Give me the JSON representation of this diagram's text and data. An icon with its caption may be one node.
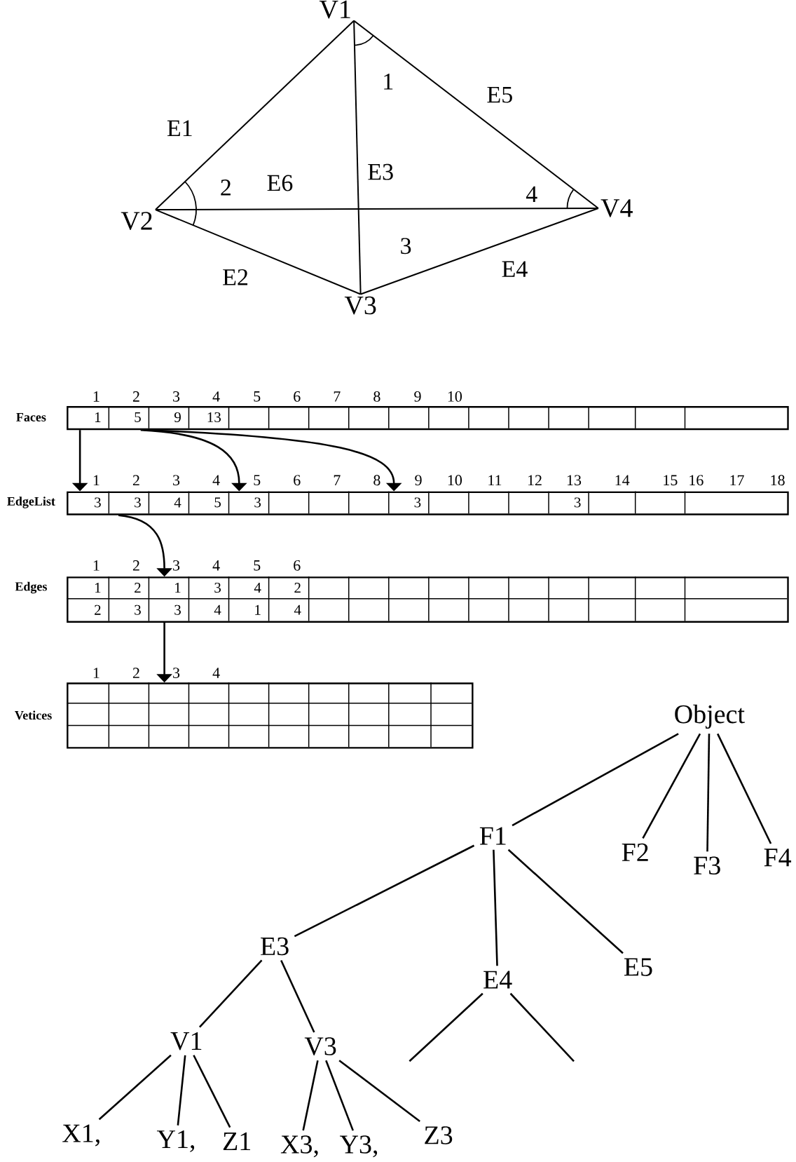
{
  "diagram": {
    "nodes": [
      {
        "text": [
          "V1"
        ]
      },
      {
        "text": [
          "V2"
        ]
      },
      {
        "text": [
          "V4"
        ]
      },
      {
        "text": [
          "V3"
        ]
      },
      {
        "text": [
          "Faces"
        ]
      },
      {
        "text": [
          "EdgeList"
        ]
      },
      {
        "text": [
          "Edges"
        ]
      },
      {
        "text": [
          "Vetices"
        ]
      },
      {
        "text": [
          "Object"
        ]
      },
      {
        "text": [
          "F1"
        ]
      },
      {
        "text": [
          "F2"
        ]
      },
      {
        "text": [
          "F3"
        ]
      },
      {
        "text": [
          "F4"
        ]
      },
      {
        "text": [
          "E3"
        ]
      },
      {
        "text": [
          "E5"
        ]
      },
      {
        "text": [
          "E4"
        ]
      },
      {
        "text": [
          "V1"
        ]
      },
      {
        "text": [
          "V3"
        ]
      },
      {
        "text": [
          "X1,"
        ]
      },
      {
        "text": [
          "Y1,"
        ]
      },
      {
        "text": [
          "Z1"
        ]
      },
      {
        "text": [
          "X3,"
        ]
      },
      {
        "text": [
          "Y3,"
        ]
      },
      {
        "text": [
          "Z3"
        ]
      }
    ],
    "edges": [
      {
        "from": 0,
        "to": 1,
        "arrow": "none",
        "label": "E1"
      },
      {
        "from": 1,
        "to": 3,
        "arrow": "none",
        "label": "E2"
      },
      {
        "from": 0,
        "to": 3,
        "arrow": "none",
        "label": "E3"
      },
      {
        "from": 3,
        "to": 2,
        "arrow": "none",
        "label": "E4"
      },
      {
        "from": 0,
        "to": 2,
        "arrow": "none",
        "label": "E5"
      },
      {
        "from": 1,
        "to": 2,
        "arrow": "none",
        "label": "E6"
      },
      {
        "from": 4,
        "to": 5,
        "arrow": "to"
      },
      {
        "from": 4,
        "to": 5,
        "arrow": "to"
      },
      {
        "from": 4,
        "to": 5,
        "arrow": "to"
      },
      {
        "from": 5,
        "to": 6,
        "arrow": "to"
      },
      {
        "from": 6,
        "to": 7,
        "arrow": "to"
      },
      {
        "from": 8,
        "to": 9,
        "arrow": "none"
      },
      {
        "from": 8,
        "to": 10,
        "arrow": "none"
      },
      {
        "from": 8,
        "to": 11,
        "arrow": "none"
      },
      {
        "from": 8,
        "to": 12,
        "arrow": "none"
      },
      {
        "from": 9,
        "to": 13,
        "arrow": "none"
      },
      {
        "from": 9,
        "to": 15,
        "arrow": "none"
      },
      {
        "from": 9,
        "to": 14,
        "arrow": "none"
      },
      {
        "from": 13,
        "to": 16,
        "arrow": "none"
      },
      {
        "from": 13,
        "to": 17,
        "arrow": "none"
      },
      {
        "from": 15,
        "to": null,
        "arrow": "none"
      },
      {
        "from": 15,
        "to": null,
        "arrow": "none"
      },
      {
        "from": 16,
        "to": 18,
        "arrow": "none"
      },
      {
        "from": 16,
        "to": 19,
        "arrow": "none"
      },
      {
        "from": 16,
        "to": 20,
        "arrow": "none"
      },
      {
        "from": 17,
        "to": 21,
        "arrow": "none"
      },
      {
        "from": 17,
        "to": 22,
        "arrow": "none"
      },
      {
        "from": 17,
        "to": 23,
        "arrow": "none"
      }
    ],
    "labels": [
      "1",
      "2",
      "4",
      "3",
      "1",
      "2",
      "3",
      "4",
      "5",
      "6",
      "7",
      "8",
      "9",
      "10",
      "1",
      "5",
      "9",
      "13",
      "1",
      "2",
      "3",
      "4",
      "5",
      "6",
      "7",
      "8",
      "9",
      "10",
      "11",
      "12",
      "13",
      "14",
      "15",
      "16",
      "17",
      "18",
      "3",
      "3",
      "4",
      "5",
      "3",
      "3",
      "3",
      "1",
      "2",
      "3",
      "4",
      "5",
      "6",
      "1",
      "2",
      "1",
      "3",
      "4",
      "2",
      "2",
      "3",
      "3",
      "4",
      "1",
      "4",
      "1",
      "2",
      "3",
      "4"
    ]
  }
}
